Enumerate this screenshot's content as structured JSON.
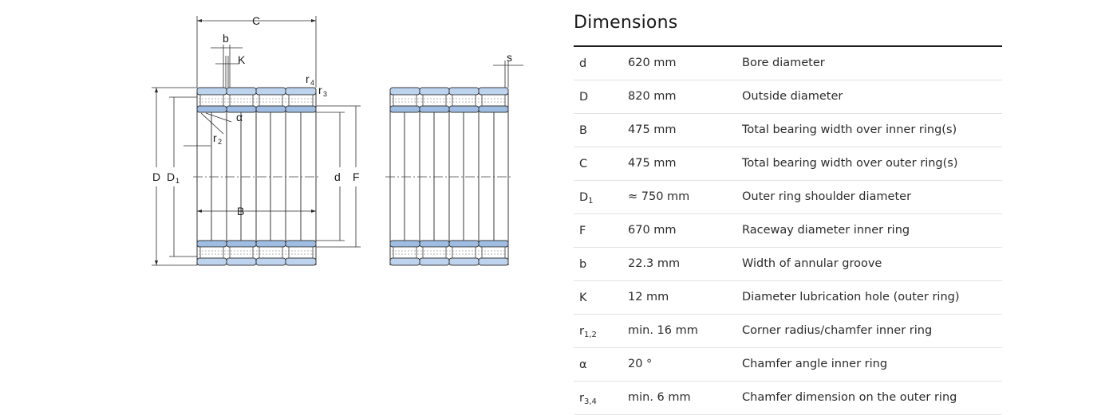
{
  "drawing": {
    "labels": {
      "C": "C",
      "b": "b",
      "K": "K",
      "r4": "r",
      "r4_sub": "4",
      "r3": "r",
      "r3_sub": "3",
      "alpha": "α",
      "r2": "r",
      "r2_sub": "2",
      "D": "D",
      "D1": "D",
      "D1_sub": "1",
      "B": "B",
      "d": "d",
      "F": "F",
      "s": "s"
    }
  },
  "dimensions": {
    "title": "Dimensions",
    "rows": [
      {
        "symbol": "d",
        "sub": "",
        "value": "620 mm",
        "description": "Bore diameter"
      },
      {
        "symbol": "D",
        "sub": "",
        "value": "820 mm",
        "description": "Outside diameter"
      },
      {
        "symbol": "B",
        "sub": "",
        "value": "475 mm",
        "description": "Total bearing width over inner ring(s)"
      },
      {
        "symbol": "C",
        "sub": "",
        "value": "475 mm",
        "description": "Total bearing width over outer ring(s)"
      },
      {
        "symbol": "D",
        "sub": "1",
        "value": "≈ 750 mm",
        "description": "Outer ring shoulder diameter"
      },
      {
        "symbol": "F",
        "sub": "",
        "value": "670 mm",
        "description": "Raceway diameter inner ring"
      },
      {
        "symbol": "b",
        "sub": "",
        "value": "22.3 mm",
        "description": "Width of annular groove"
      },
      {
        "symbol": "K",
        "sub": "",
        "value": "12 mm",
        "description": "Diameter lubrication hole (outer ring)"
      },
      {
        "symbol": "r",
        "sub": "1,2",
        "value": "min. 16 mm",
        "description": "Corner radius/chamfer inner ring"
      },
      {
        "symbol": "α",
        "sub": "",
        "value": "20 °",
        "description": "Chamfer angle inner ring"
      },
      {
        "symbol": "r",
        "sub": "3,4",
        "value": "min. 6 mm",
        "description": "Chamfer dimension on the outer ring"
      }
    ]
  }
}
